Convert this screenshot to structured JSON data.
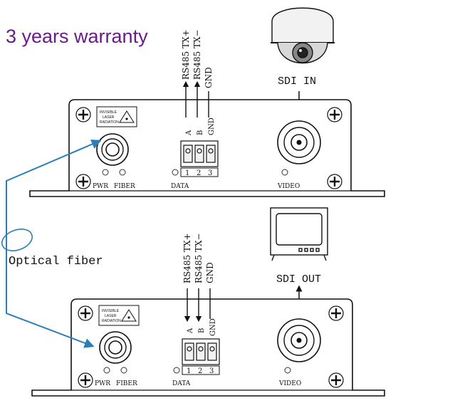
{
  "warranty": "3 years warranty",
  "optical_fiber": "Optical fiber",
  "colors": {
    "warranty": "#6a1b8a",
    "fiber": "#2a7fb8",
    "line": "#111111"
  },
  "transmitter": {
    "rs485_tx_plus": "RS485 TX+",
    "rs485_tx_minus": "RS485 TX−",
    "gnd": "GND",
    "pin_a": "A",
    "pin_b": "B",
    "pin_gnd": "GND",
    "pins": [
      "1",
      "2",
      "3"
    ],
    "input_label": "SDI IN",
    "laser_warning": [
      "INVISIBLE",
      "LASER",
      "RADIATION"
    ],
    "pwr": "PWR",
    "fiber": "FIBER",
    "data": "DATA",
    "video": "VIDEO",
    "device_icon": "dome-camera-icon"
  },
  "receiver": {
    "rs485_tx_plus": "RS485 TX+",
    "rs485_tx_minus": "RS485 TX−",
    "gnd": "GND",
    "pin_a": "A",
    "pin_b": "B",
    "pin_gnd": "GND",
    "pins": [
      "1",
      "2",
      "3"
    ],
    "output_label": "SDI OUT",
    "laser_warning": [
      "INVISIBLE",
      "LASER",
      "RADIATION"
    ],
    "pwr": "PWR",
    "fiber": "FIBER",
    "data": "DATA",
    "video": "VIDEO",
    "device_icon": "monitor-icon"
  }
}
